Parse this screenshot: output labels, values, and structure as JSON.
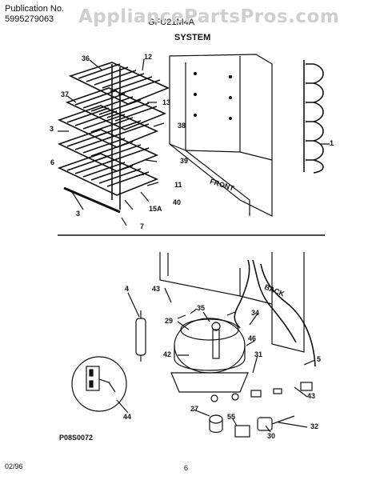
{
  "header": {
    "publication_label": "Publication No.",
    "publication_number": "5995279063",
    "model_partial": "GFU21M4A",
    "section_title": "SYSTEM"
  },
  "watermark": "AppliancePartsPros.com",
  "callouts_top": [
    "36",
    "12",
    "37",
    "13",
    "38",
    "3",
    "39",
    "6",
    "11",
    "40",
    "15A",
    "3",
    "7",
    "1"
  ],
  "front_label": "FRONT",
  "back_label": "BACK",
  "callouts_bottom": [
    "4",
    "43",
    "35",
    "29",
    "34",
    "46",
    "42",
    "5",
    "31",
    "43",
    "44",
    "27",
    "55",
    "30",
    "32"
  ],
  "footer": {
    "drawing_code": "P08S0072",
    "date": "02/96",
    "page": "6"
  }
}
